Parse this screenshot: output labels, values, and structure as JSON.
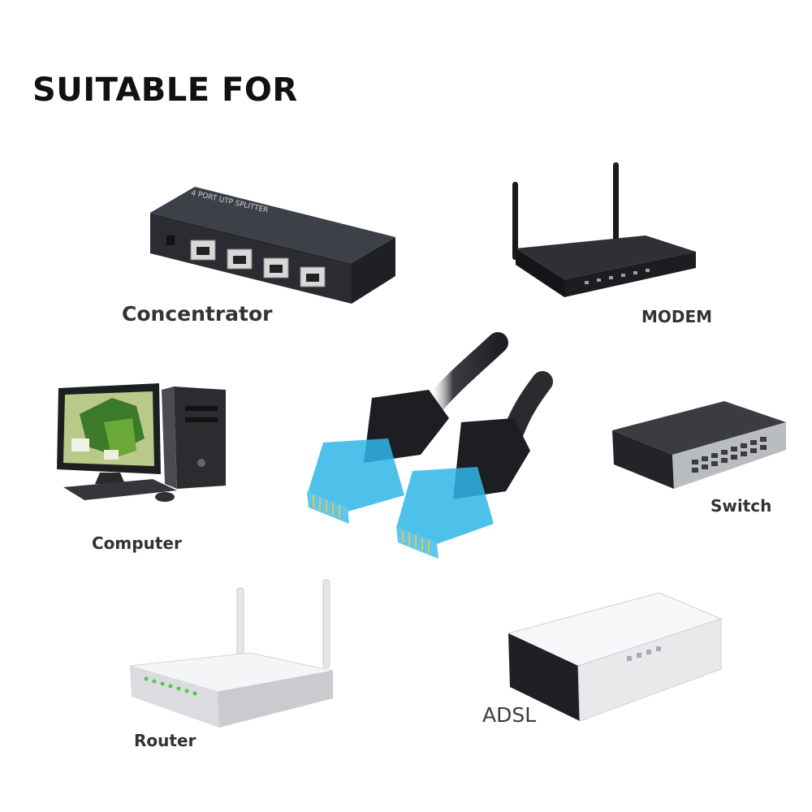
{
  "heading": "SUITABLE FOR",
  "devices": {
    "concentrator": {
      "label": "Concentrator",
      "icon": "concentrator-icon"
    },
    "modem": {
      "label": "MODEM",
      "icon": "modem-icon"
    },
    "computer": {
      "label": "Computer",
      "icon": "computer-icon"
    },
    "switch": {
      "label": "Switch",
      "icon": "switch-icon"
    },
    "router": {
      "label": "Router",
      "icon": "router-icon"
    },
    "adsl": {
      "label": "ADSL",
      "icon": "adsl-icon"
    }
  },
  "center_image": {
    "icon": "ethernet-cable-icon"
  },
  "colors": {
    "background": "#ffffff",
    "heading": "#111111",
    "label": "#333333",
    "connector_blue": "#2fb6e8",
    "device_dark": "#2b2e33"
  }
}
